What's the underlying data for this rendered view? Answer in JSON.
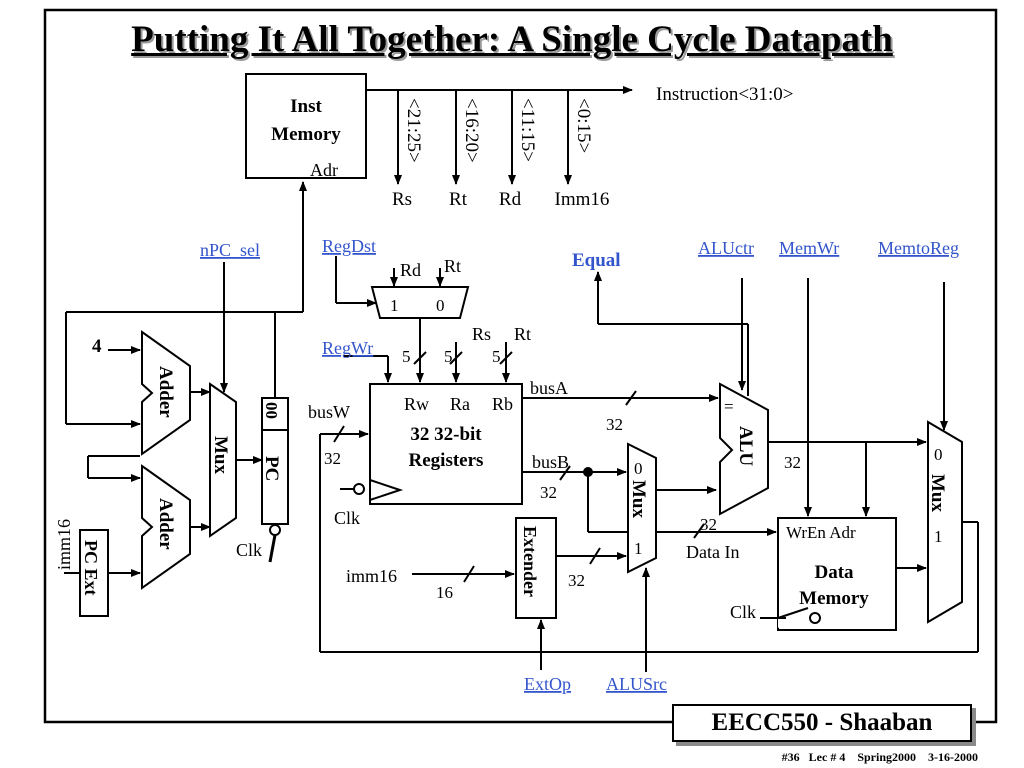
{
  "title": "Putting It All Together: A Single Cycle Datapath",
  "blocks": {
    "inst_memory": [
      "Inst",
      "Memory"
    ],
    "adr": "Adr",
    "registers": [
      "32 32-bit",
      "Registers"
    ],
    "reg_ports": [
      "Rw",
      "Ra",
      "Rb"
    ],
    "data_memory": [
      "Data",
      "Memory"
    ],
    "data_mem_ports": "WrEn  Adr",
    "extender": "Extender",
    "pc": "PC",
    "pc_lsb": "00",
    "pc_ext": "PC Ext",
    "adder": "Adder",
    "mux": "Mux",
    "alu": "ALU",
    "alu_eq": "="
  },
  "fields": [
    "<21:25>",
    "<16:20>",
    "<11:15>",
    "<0:15>"
  ],
  "field_outputs": [
    "Rs",
    "Rt",
    "Rd",
    "Imm16"
  ],
  "instruction_label": "Instruction<31:0>",
  "control_signals": [
    "nPC_sel",
    "RegDst",
    "RegWr",
    "ALUctr",
    "MemWr",
    "MemtoReg",
    "ExtOp",
    "ALUSrc"
  ],
  "outputs": {
    "equal": "Equal"
  },
  "labels": {
    "rd": "Rd",
    "rt": "Rt",
    "rs": "Rs",
    "one": "1",
    "zero": "0",
    "five": "5",
    "four": "4",
    "busA": "busA",
    "busB": "busB",
    "busW": "busW",
    "w32": "32",
    "w16": "16",
    "clk": "Clk",
    "imm16": "imm16",
    "data_in": "Data In"
  },
  "footer": {
    "course": "EECC550 - Shaaban",
    "slide_info": "#36   Lec # 4    Spring2000    3-16-2000"
  }
}
